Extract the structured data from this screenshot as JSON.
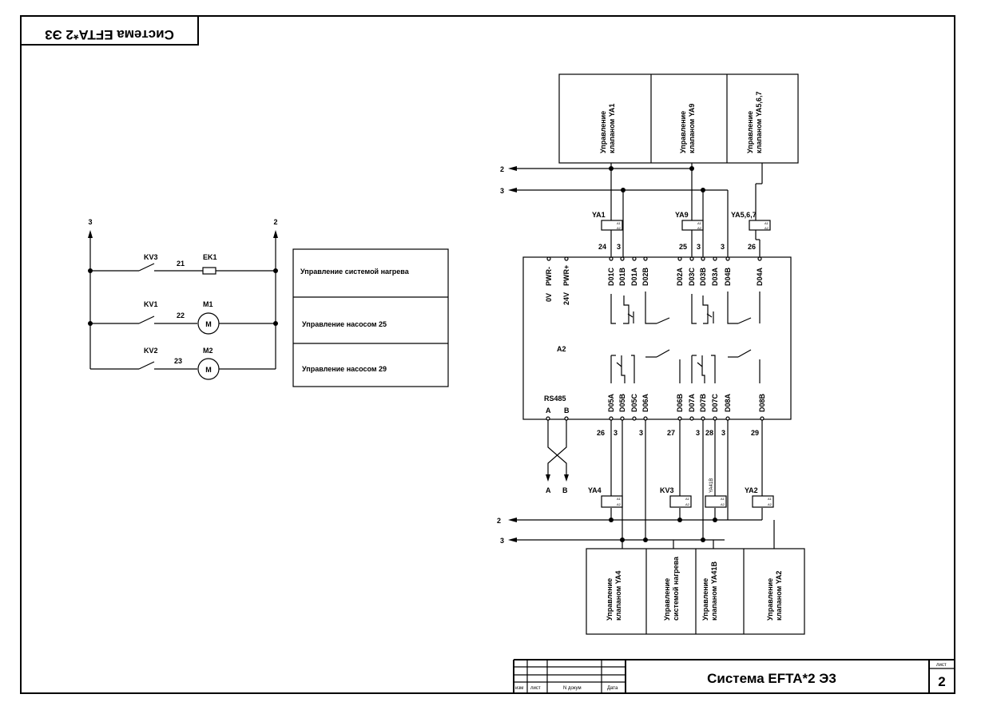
{
  "sheet": {
    "title": "Система EFTA*2 Э3",
    "stamp_rotated": "Система EFTA*2 Э3",
    "sheet_label": "лист",
    "sheet_number": "2",
    "col_izm": "изм",
    "col_list": "лист",
    "col_doc": "N докум",
    "col_date": "Дата"
  },
  "left_circuit": {
    "bus_left": "3",
    "bus_right": "2",
    "rows": [
      {
        "contact": "KV3",
        "wire": "21",
        "load": "EK1",
        "description": "Управление системой нагрева"
      },
      {
        "contact": "KV1",
        "wire": "22",
        "load": "M1",
        "description": "Управление насосом 25"
      },
      {
        "contact": "KV2",
        "wire": "23",
        "load": "M2",
        "description": "Управление насосом 29"
      }
    ],
    "motor_glyph": "M"
  },
  "bus": {
    "b2": "2",
    "b3": "3"
  },
  "top_desc": [
    "Управление|клапаном YA1",
    "Управление|клапаном YA9",
    "Управление|клапаном YA5,6,7"
  ],
  "bottom_desc": [
    "Управление|клапаном YA4",
    "Управление|системой нагрева",
    "Управление|клапаном YA41B",
    "Управление|клапаном YA2"
  ],
  "top_coils": [
    {
      "label": "YA1",
      "pin_top": "A1",
      "pin_bot": "A2"
    },
    {
      "label": "YA9",
      "pin_top": "A1",
      "pin_bot": "A2"
    },
    {
      "label": "YA5,6,7",
      "pin_top": "A1",
      "pin_bot": "A2"
    }
  ],
  "bottom_coils": [
    {
      "label": "YA4",
      "pin_top": "A1",
      "pin_bot": "A2"
    },
    {
      "label": "KV3",
      "pin_top": "A1",
      "pin_bot": "A2"
    },
    {
      "label": "YA41B",
      "pin_top": "A1",
      "pin_bot": "A2"
    },
    {
      "label": "YA2",
      "pin_top": "A1",
      "pin_bot": "A2"
    }
  ],
  "top_wires": [
    "24",
    "3",
    "25",
    "3",
    "3",
    "26"
  ],
  "bottom_wires": [
    "26",
    "3",
    "3",
    "27",
    "3",
    "28",
    "3",
    "29"
  ],
  "module": {
    "name": "A2",
    "power_top": [
      "0V",
      "24V"
    ],
    "power_bot": [
      "PWR-",
      "PWR+"
    ],
    "top_terms": [
      "D01C",
      "D01B",
      "D01A",
      "D02B",
      "D02A",
      "D03C",
      "D03B",
      "D03A",
      "D04B",
      "D04A"
    ],
    "bottom_terms": [
      "D05A",
      "D05B",
      "D05C",
      "D06A",
      "D06B",
      "D07A",
      "D07B",
      "D07C",
      "D08A",
      "D08B"
    ],
    "rs485": "RS485",
    "rs_pins": [
      "A",
      "B"
    ]
  },
  "rs_out": [
    "A",
    "B"
  ]
}
